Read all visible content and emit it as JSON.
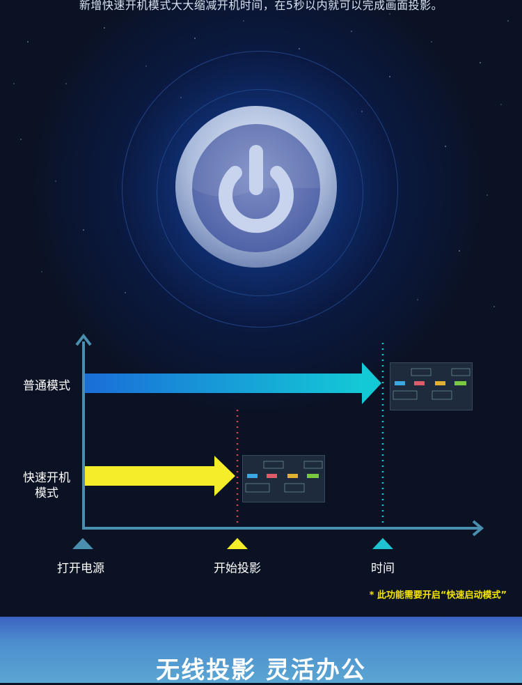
{
  "caption": "新增快速开机模式大大缩减开机时间，在5秒以内就可以完成画面投影。",
  "chart": {
    "rows": [
      {
        "label": "普通模式"
      },
      {
        "label_line1": "快速开机",
        "label_line2": "模式"
      }
    ],
    "ticks": [
      "打开电源",
      "开始投影",
      "时间"
    ],
    "colors": {
      "normal_start": "#1a6ed8",
      "normal_end": "#14c9d6",
      "fast": "#f5ec2a",
      "axis": "#4a8fb0"
    }
  },
  "note": "* 此功能需要开启“快速启动模式”",
  "footer": {
    "title": "无线投影 灵活办公"
  }
}
